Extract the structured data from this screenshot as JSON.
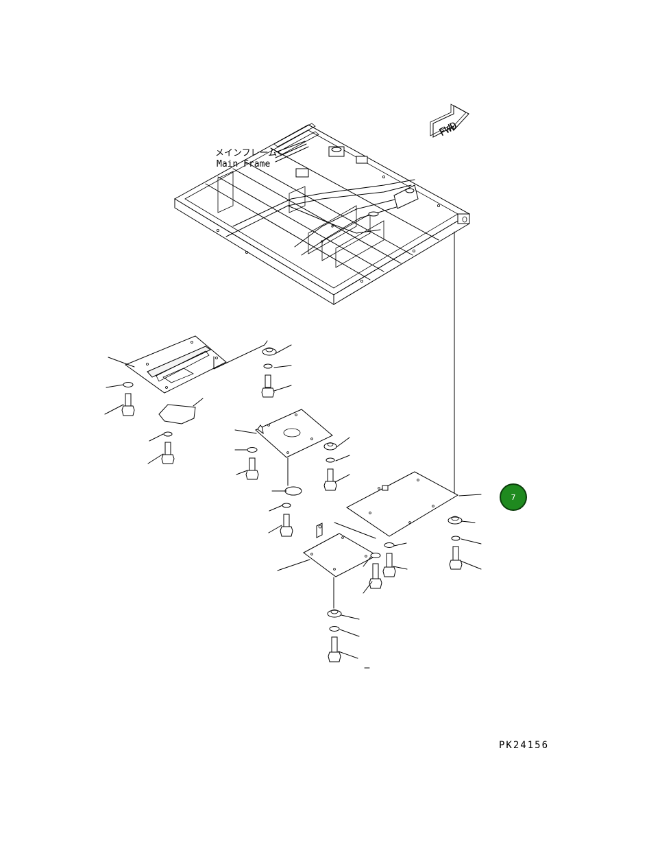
{
  "main_frame": {
    "label_jp": "メインフレーム",
    "label_en": "Main Frame"
  },
  "direction_marker": {
    "text": "FWD"
  },
  "drawing_code": "PK24156",
  "callout_badge": {
    "number": "7",
    "color": "#1f8a1f"
  }
}
